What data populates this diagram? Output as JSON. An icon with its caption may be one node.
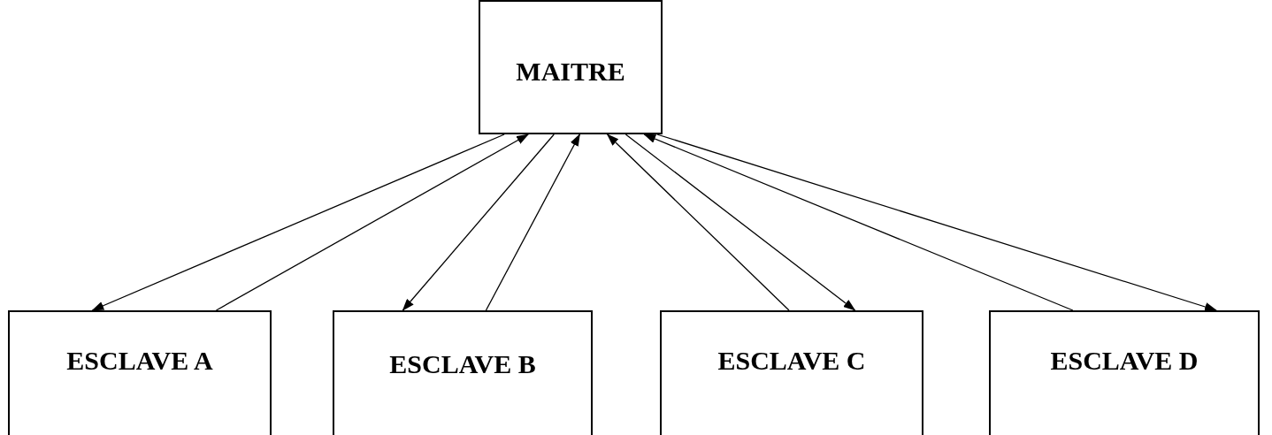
{
  "diagram": {
    "nodes": [
      {
        "text": [
          "MAITRE"
        ]
      },
      {
        "text": [
          "ESCLAVE A"
        ]
      },
      {
        "text": [
          "ESCLAVE B"
        ]
      },
      {
        "text": [
          "ESCLAVE C"
        ]
      },
      {
        "text": [
          "ESCLAVE D"
        ]
      }
    ],
    "edges": [
      {
        "from": 0,
        "to": 1,
        "arrow": "to"
      },
      {
        "from": 1,
        "to": 0,
        "arrow": "to"
      },
      {
        "from": 0,
        "to": 2,
        "arrow": "to"
      },
      {
        "from": 2,
        "to": 0,
        "arrow": "to"
      },
      {
        "from": 3,
        "to": 0,
        "arrow": "to"
      },
      {
        "from": 0,
        "to": 3,
        "arrow": "to"
      },
      {
        "from": 4,
        "to": 0,
        "arrow": "to"
      },
      {
        "from": 0,
        "to": 4,
        "arrow": "to"
      }
    ]
  }
}
